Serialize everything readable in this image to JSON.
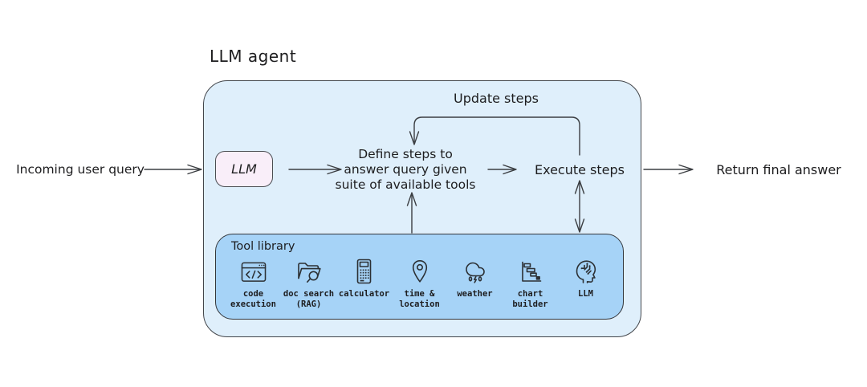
{
  "diagram": {
    "title": "LLM agent",
    "incoming_label": "Incoming user query",
    "return_label": "Return final answer",
    "llm_node_label": "LLM",
    "define_steps_label": "Define steps to\nanswer query given\nsuite of available tools",
    "execute_steps_label": "Execute steps",
    "update_steps_label": "Update steps",
    "tool_library": {
      "title": "Tool library",
      "tools": [
        {
          "icon": "code-window-icon",
          "label": "code\nexecution"
        },
        {
          "icon": "doc-search-icon",
          "label": "doc search\n(RAG)"
        },
        {
          "icon": "calculator-icon",
          "label": "calculator"
        },
        {
          "icon": "map-pin-icon",
          "label": "time &\nlocation"
        },
        {
          "icon": "weather-cloud-icon",
          "label": "weather"
        },
        {
          "icon": "gantt-chart-icon",
          "label": "chart\nbuilder"
        },
        {
          "icon": "ai-head-icon",
          "label": "LLM"
        }
      ]
    },
    "colors": {
      "background": "#ffffff",
      "agent_box_fill": "#dfeffb",
      "tool_library_fill": "#a6d3f7",
      "llm_box_fill": "#f9eef9",
      "stroke": "#3b3e42",
      "text": "#1d1d1f"
    }
  }
}
